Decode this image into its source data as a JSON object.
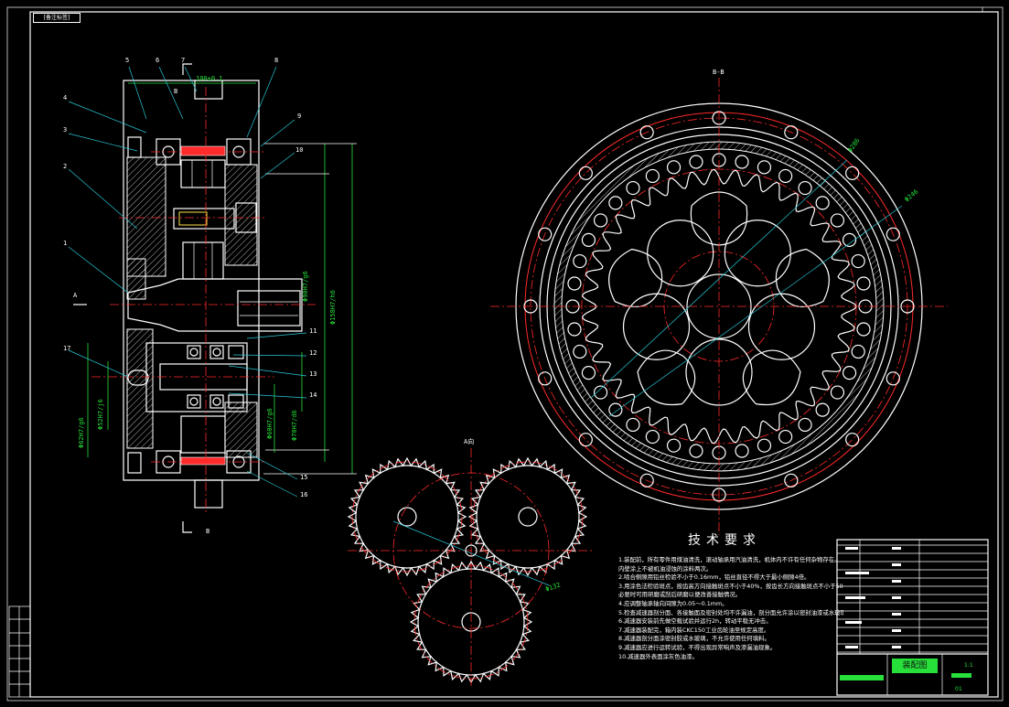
{
  "drawing": {
    "stamp_label": "[备注标签]",
    "section_label": "B-B",
    "view_label": "A向",
    "arrow_label_a": "A",
    "arrow_label_b": "B",
    "top_dimension": "100±0.1",
    "part_numbers": [
      "1",
      "2",
      "3",
      "4",
      "5",
      "6",
      "7",
      "8",
      "9",
      "10",
      "11",
      "12",
      "13",
      "14",
      "15",
      "16",
      "17"
    ],
    "fit_labels": [
      "Φ90H7/g6",
      "Φ158H7/h6",
      "Φ62H7/g6",
      "Φ52H7/j6",
      "Φ60H7/g6",
      "Φ70H7/d6"
    ],
    "circle_labels": [
      "Φ286",
      "Φ246"
    ],
    "gear_label": "Φ132"
  },
  "tech_req": {
    "title": "技术要求",
    "items": [
      "1.装配前，所有零件用煤油清洗，滚动轴承用汽油清洗，机体内不许有任何杂物存在。",
      "   内壁涂上不被机油浸蚀的涂料两次。",
      "2.啮合侧隙用铅丝检验不小于0.16mm，铅丝直径不得大于最小侧隙4倍。",
      "3.用涂色法检验斑点，按齿高方向接触斑点不小于40%，按齿长方向接触斑点不小于50%，",
      "   必要时可用研磨或刮后研磨以便改善接触情况。",
      "4.应调整轴承轴向间隙为0.05～0.1mm。",
      "5.检查减速器剖分面、各接触面及密封处均不许漏油，剖分面允许涂以密封油漆或水玻璃。",
      "6.减速器安装前先做空载试验并运行2h，转动平稳无冲击。",
      "7.减速器装配完，箱内装CKC150工业齿轮油至规定高度。",
      "8.减速器剖分面涂密封胶或水玻璃，不允许使用任何填料。",
      "9.减速器应进行运转试验，不得出现异常响声及渗漏油现象。",
      "10.减速器外表面涂灰色油漆。"
    ]
  },
  "title_block": {
    "drawing_name": "装配图",
    "scale": "1:1",
    "sheet": "01"
  },
  "colors": {
    "background": "#000000",
    "outline": "#ffffff",
    "centerline": "#ff2a2a",
    "leader": "#27c9d8",
    "dimension": "#27e13a",
    "highlight": "#ffe14a"
  }
}
